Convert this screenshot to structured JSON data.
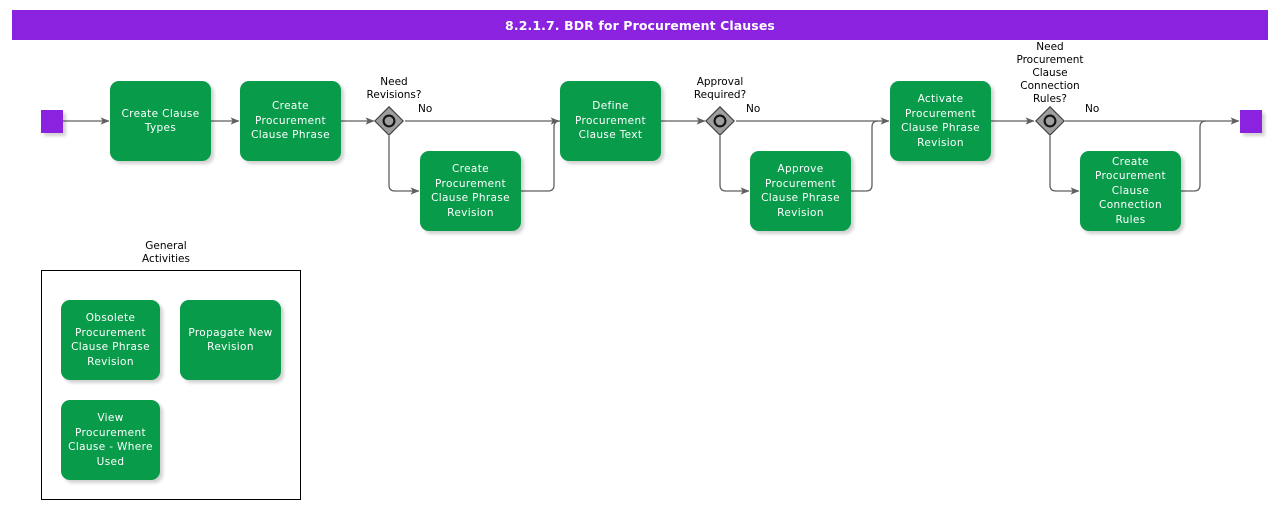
{
  "header": {
    "title": "8.2.1.7. BDR for Procurement Clauses",
    "bar_color": "#8a22e0",
    "text_color": "#ffffff"
  },
  "theme": {
    "task_fill": "#089b4a",
    "task_text": "#ffffff",
    "event_fill": "#8a22e0",
    "gateway_fill": "#9e9e9e",
    "gateway_stroke": "#3c3c3c",
    "connector": "#5f5f5f",
    "canvas": "#ffffff"
  },
  "flow": {
    "start_event": {
      "name": "start-event"
    },
    "end_event": {
      "name": "end-event"
    },
    "tasks": [
      {
        "id": "create-clause-types",
        "label": "Create Clause\nTypes"
      },
      {
        "id": "create-procurement-clause-phrase",
        "label": "Create\nProcurement\nClause Phrase"
      },
      {
        "id": "create-procurement-clause-phrase-revision",
        "label": "Create\nProcurement\nClause Phrase\nRevision"
      },
      {
        "id": "define-procurement-clause-text",
        "label": "Define\nProcurement\nClause Text"
      },
      {
        "id": "approve-procurement-clause-phrase-revision",
        "label": "Approve\nProcurement\nClause Phrase\nRevision"
      },
      {
        "id": "activate-procurement-clause-phrase-revision",
        "label": "Activate\nProcurement\nClause Phrase\nRevision"
      },
      {
        "id": "create-procurement-clause-connection-rules",
        "label": "Create\nProcurement\nClause\nConnection\nRules"
      }
    ],
    "gateways": [
      {
        "id": "need-revisions",
        "label": "Need\nRevisions?",
        "branch_label": "No"
      },
      {
        "id": "approval-required",
        "label": "Approval\nRequired?",
        "branch_label": "No"
      },
      {
        "id": "need-procurement-clause-connection-rules",
        "label": "Need\nProcurement\nClause\nConnection\nRules?",
        "branch_label": "No"
      }
    ]
  },
  "general_activities": {
    "title": "General\nActivities",
    "tasks": [
      {
        "id": "obsolete-procurement-clause-phrase-revision",
        "label": "Obsolete\nProcurement\nClause Phrase\nRevision"
      },
      {
        "id": "propagate-new-revision",
        "label": "Propagate New\nRevision"
      },
      {
        "id": "view-procurement-clause-where-used",
        "label": "View\nProcurement\nClause - Where\nUsed"
      }
    ]
  }
}
